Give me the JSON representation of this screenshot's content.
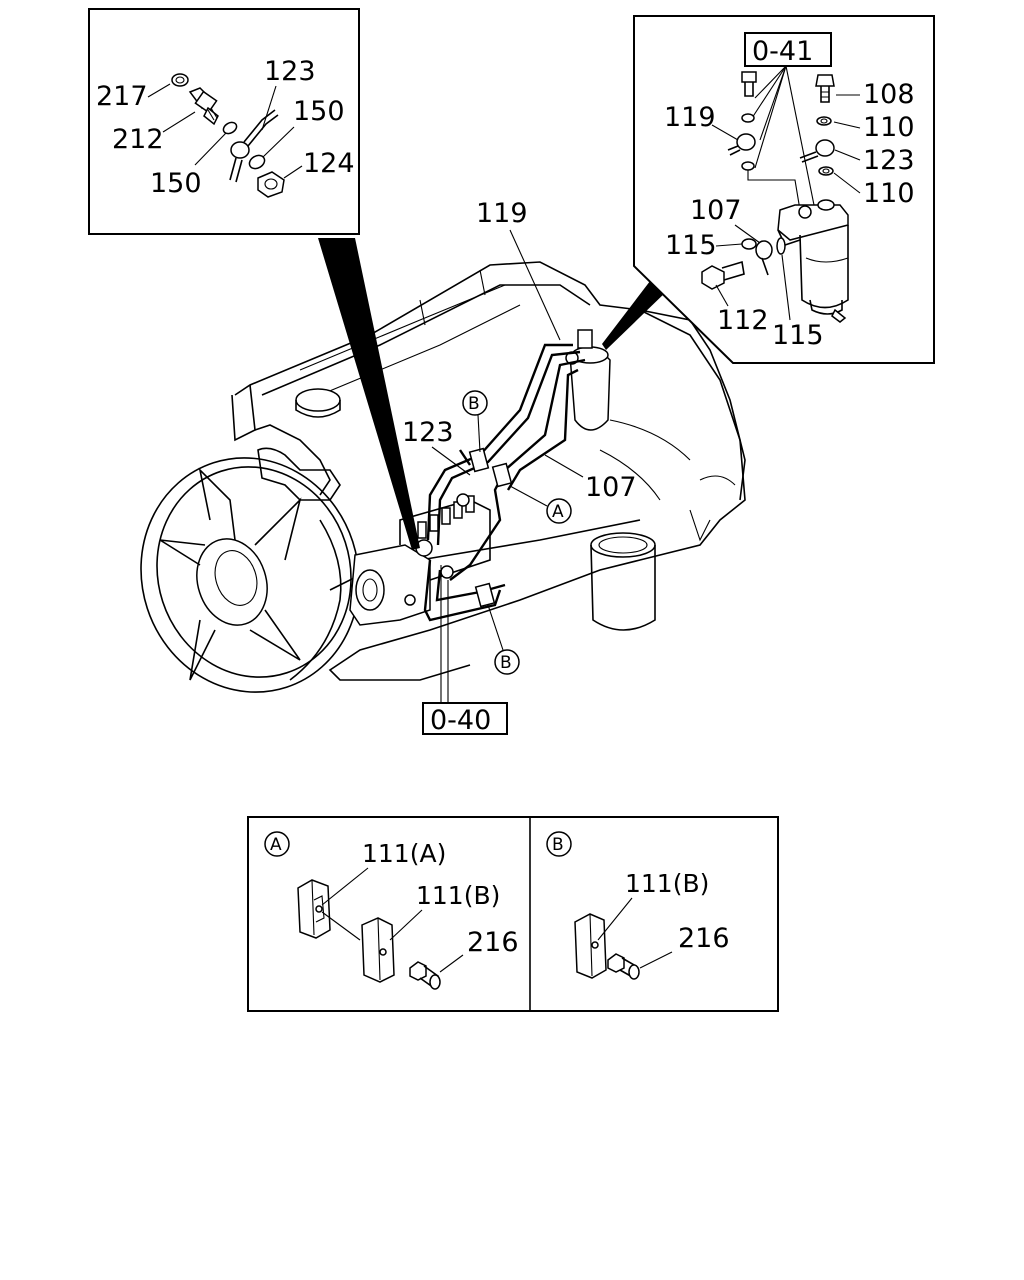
{
  "inset_top_left": {
    "labels": {
      "p217": "217",
      "p212": "212",
      "p123": "123",
      "p150_top": "150",
      "p150_bottom": "150",
      "p124": "124"
    }
  },
  "inset_top_right": {
    "ref": "0-41",
    "labels": {
      "p119": "119",
      "p108": "108",
      "p110_top": "110",
      "p123": "123",
      "p110_bottom": "110",
      "p107": "107",
      "p115_left": "115",
      "p112": "112",
      "p115_right": "115"
    }
  },
  "main": {
    "ref": "0-40",
    "labels": {
      "p119": "119",
      "p123": "123",
      "p107": "107"
    },
    "callouts": {
      "a": "A",
      "b_top": "B",
      "b_bottom": "B"
    }
  },
  "detail_a": {
    "marker": "A",
    "labels": {
      "p111a": "111(A)",
      "p111b": "111(B)",
      "p216": "216"
    }
  },
  "detail_b": {
    "marker": "B",
    "labels": {
      "p111b": "111(B)",
      "p216": "216"
    }
  }
}
